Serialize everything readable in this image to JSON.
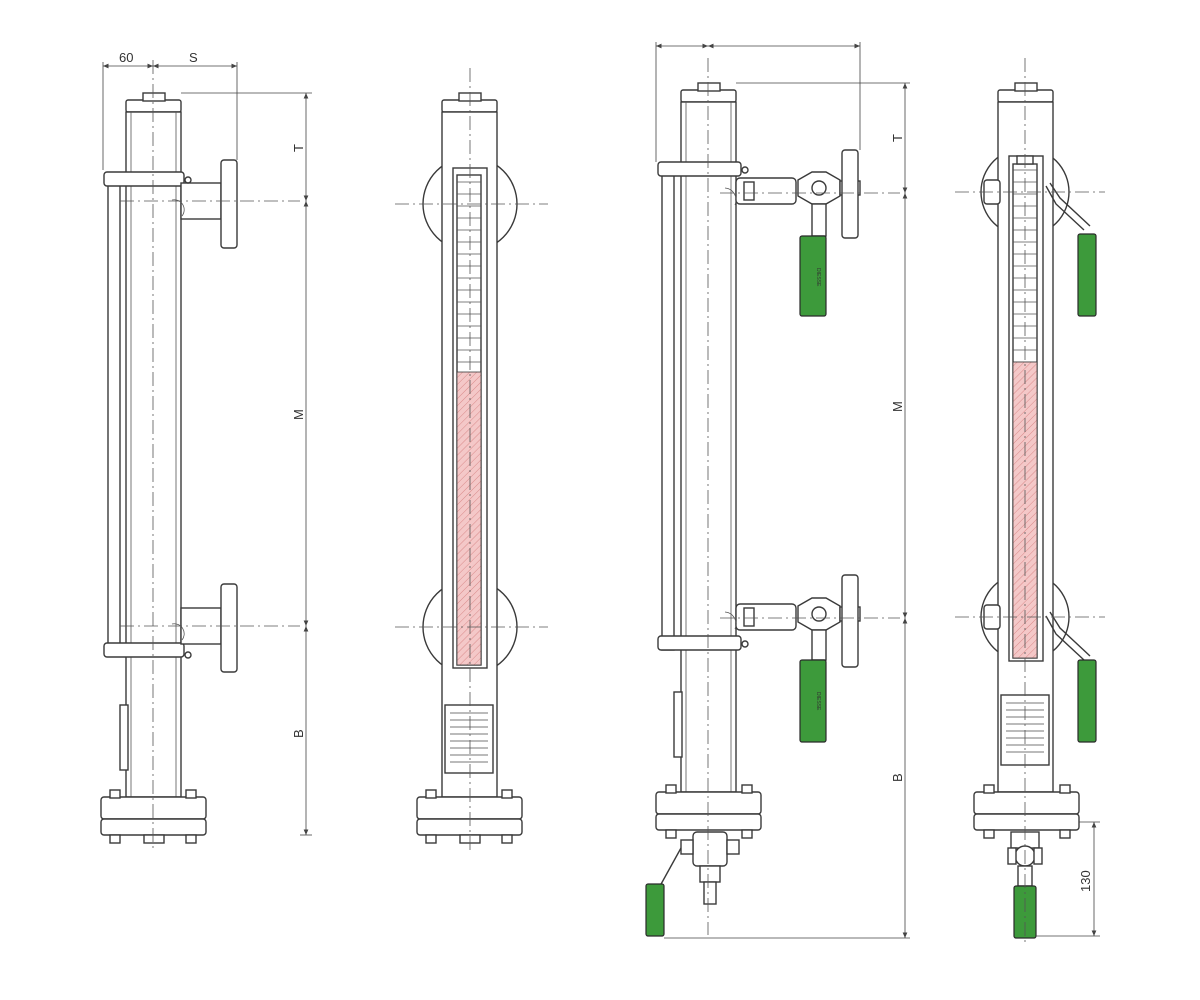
{
  "dimensions": {
    "width_60": "60",
    "width_s": "S",
    "top_t": "T",
    "middle_m": "M",
    "bottom_b": "B",
    "drain_130": "130"
  },
  "handle_text": "DIESSE",
  "colors": {
    "line": "#3a3a3a",
    "handle_green": "#3d9a3b",
    "level_red": "#e8a4a4",
    "background": "#ffffff"
  }
}
